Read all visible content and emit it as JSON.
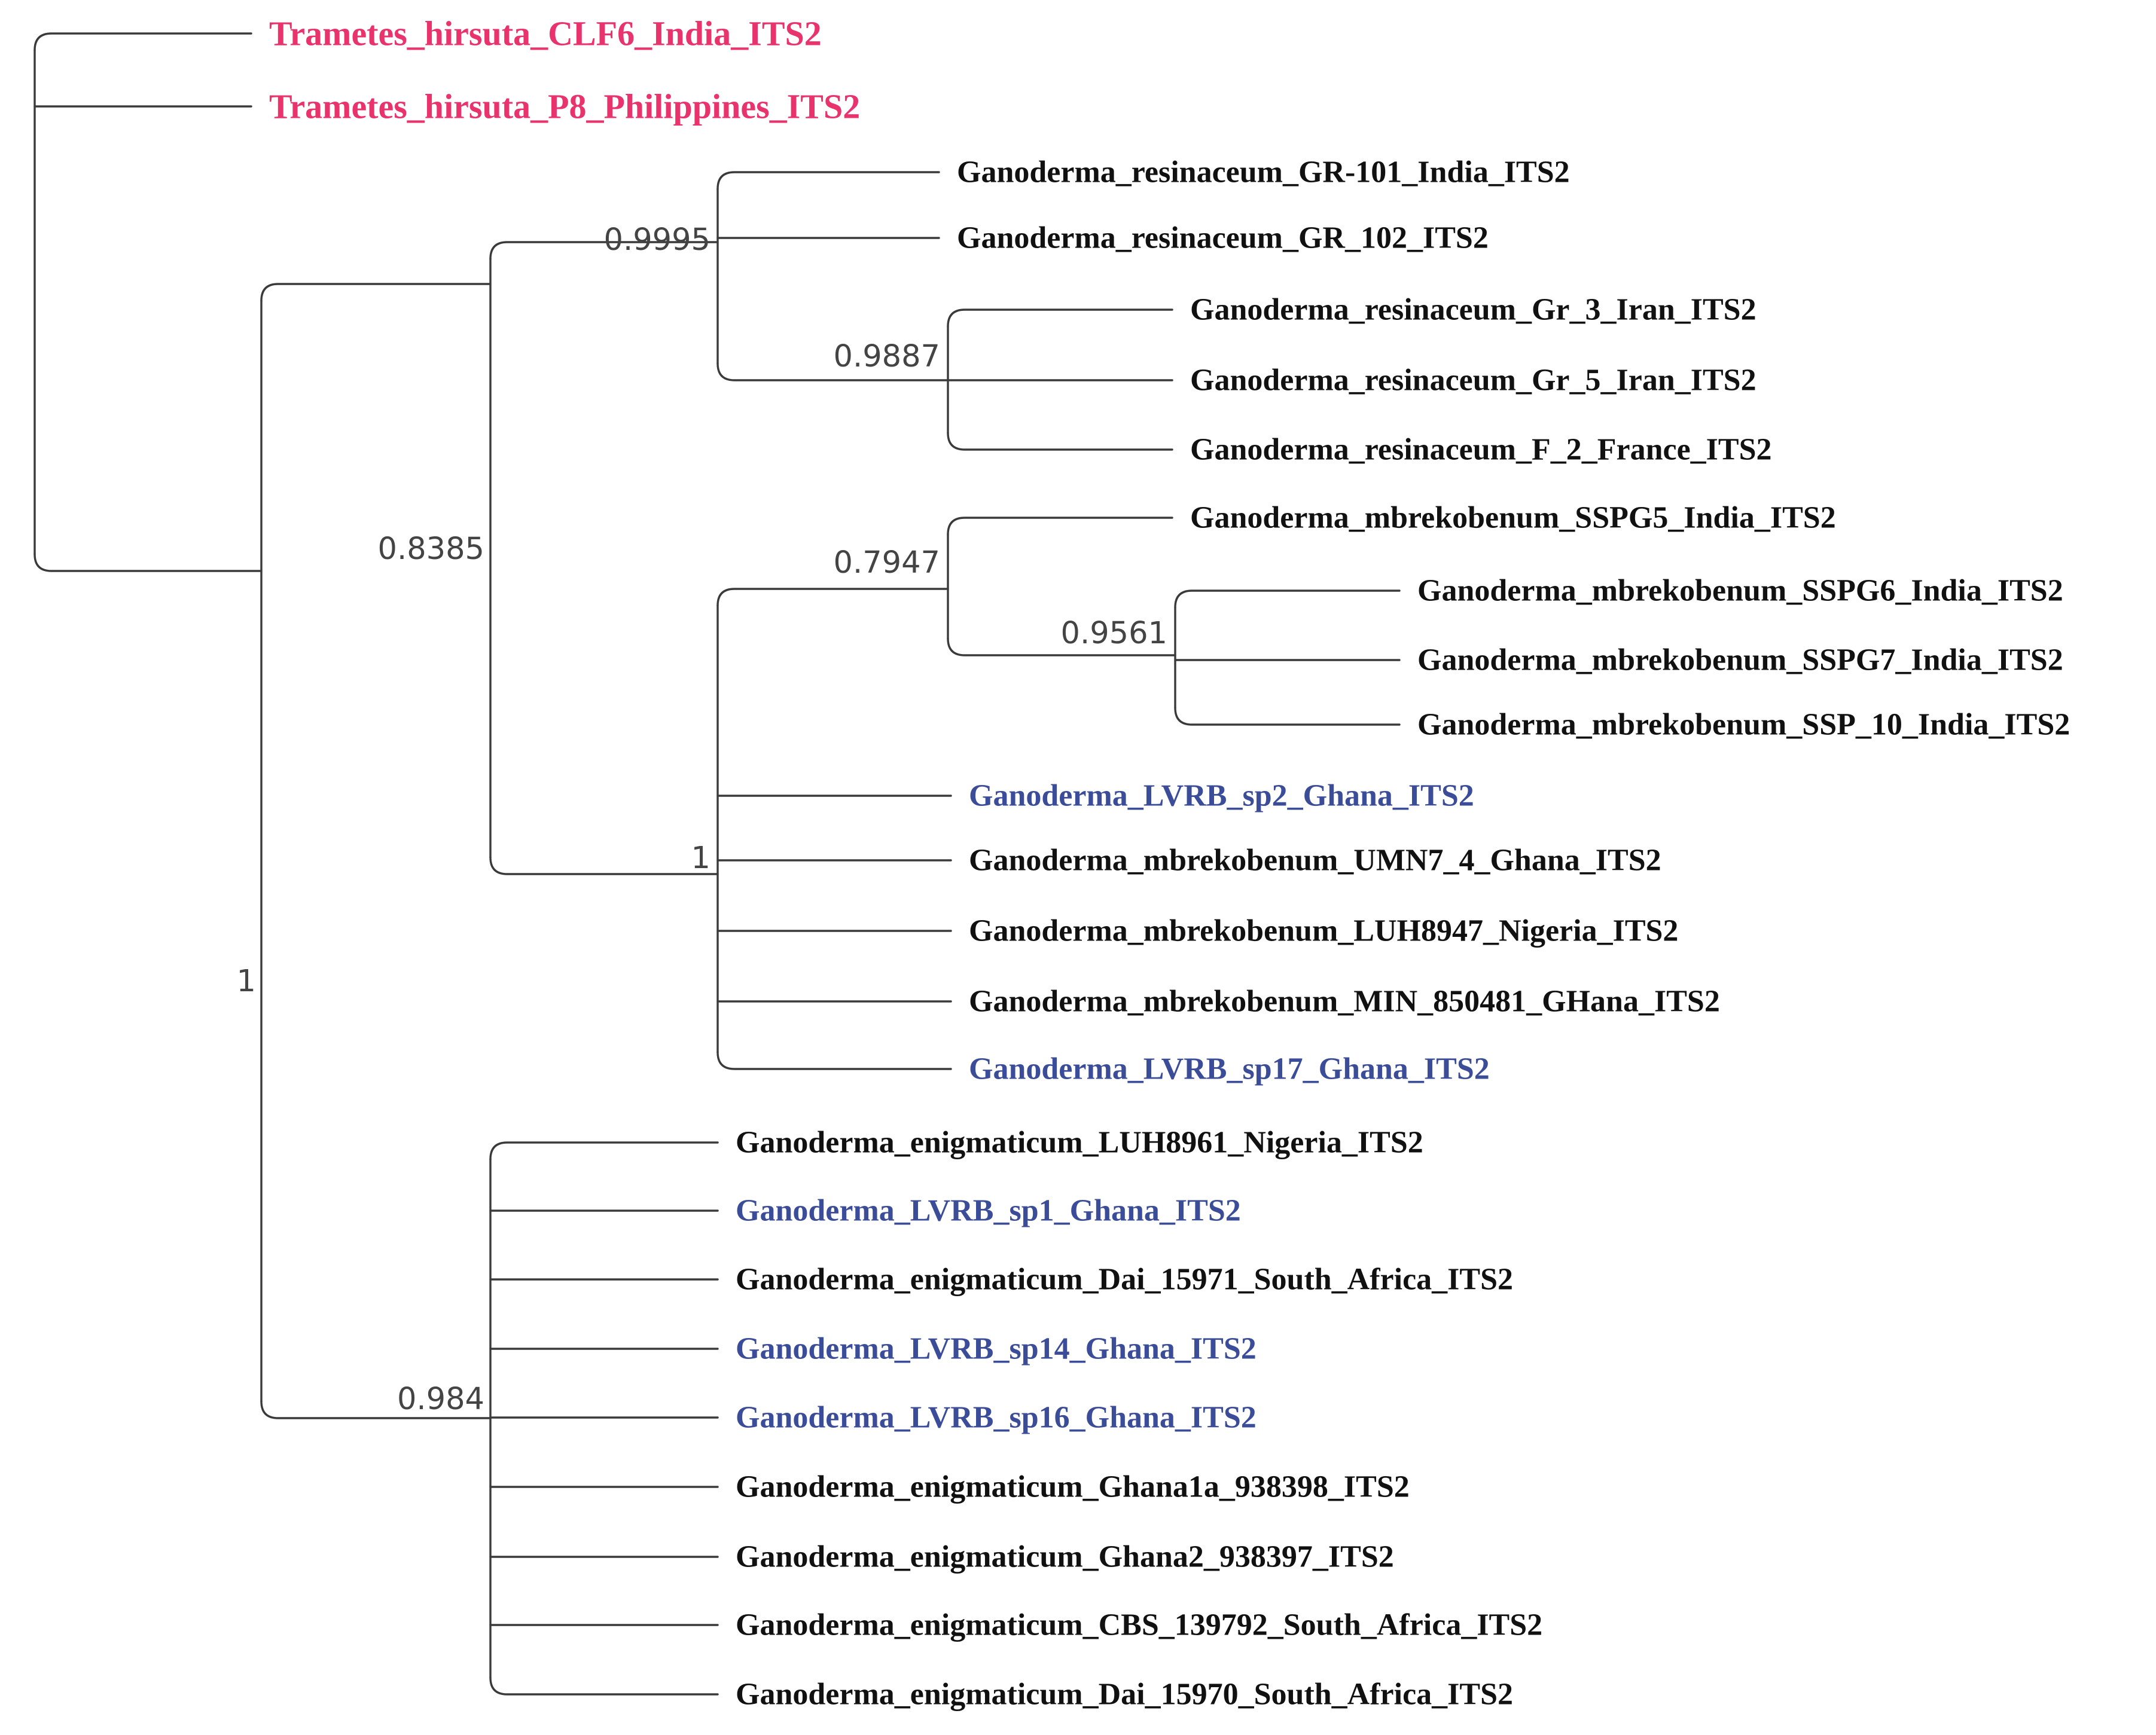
{
  "colors": {
    "outgroup": "#e8336d",
    "reference": "#111111",
    "study_isolate": "#3b4d99",
    "branch": "#3a3a3a",
    "support": "#444444"
  },
  "tips": [
    {
      "id": "t1",
      "label": "Trametes_hirsuta_CLF6_India_ITS2",
      "group": "outgroup"
    },
    {
      "id": "t2",
      "label": "Trametes_hirsuta_P8_Philippines_ITS2",
      "group": "outgroup"
    },
    {
      "id": "t3",
      "label": "Ganoderma_resinaceum_GR-101_India_ITS2",
      "group": "reference"
    },
    {
      "id": "t4",
      "label": "Ganoderma_resinaceum_GR_102_ITS2",
      "group": "reference"
    },
    {
      "id": "t5",
      "label": "Ganoderma_resinaceum_Gr_3_Iran_ITS2",
      "group": "reference"
    },
    {
      "id": "t6",
      "label": "Ganoderma_resinaceum_Gr_5_Iran_ITS2",
      "group": "reference"
    },
    {
      "id": "t7",
      "label": "Ganoderma_resinaceum_F_2_France_ITS2",
      "group": "reference"
    },
    {
      "id": "t8",
      "label": "Ganoderma_mbrekobenum_SSPG5_India_ITS2",
      "group": "reference"
    },
    {
      "id": "t9",
      "label": "Ganoderma_mbrekobenum_SSPG6_India_ITS2",
      "group": "reference"
    },
    {
      "id": "t10",
      "label": "Ganoderma_mbrekobenum_SSPG7_India_ITS2",
      "group": "reference"
    },
    {
      "id": "t11",
      "label": "Ganoderma_mbrekobenum_SSP_10_India_ITS2",
      "group": "reference"
    },
    {
      "id": "t12",
      "label": "Ganoderma_LVRB_sp2_Ghana_ITS2",
      "group": "study_isolate"
    },
    {
      "id": "t13",
      "label": "Ganoderma_mbrekobenum_UMN7_4_Ghana_ITS2",
      "group": "reference"
    },
    {
      "id": "t14",
      "label": "Ganoderma_mbrekobenum_LUH8947_Nigeria_ITS2",
      "group": "reference"
    },
    {
      "id": "t15",
      "label": "Ganoderma_mbrekobenum_MIN_850481_GHana_ITS2",
      "group": "reference"
    },
    {
      "id": "t16",
      "label": "Ganoderma_LVRB_sp17_Ghana_ITS2",
      "group": "study_isolate"
    },
    {
      "id": "t17",
      "label": "Ganoderma_enigmaticum_LUH8961_Nigeria_ITS2",
      "group": "reference"
    },
    {
      "id": "t18",
      "label": "Ganoderma_LVRB_sp1_Ghana_ITS2",
      "group": "study_isolate"
    },
    {
      "id": "t19",
      "label": "Ganoderma_enigmaticum_Dai_15971_South_Africa_ITS2",
      "group": "reference"
    },
    {
      "id": "t20",
      "label": "Ganoderma_LVRB_sp14_Ghana_ITS2",
      "group": "study_isolate"
    },
    {
      "id": "t21",
      "label": "Ganoderma_LVRB_sp16_Ghana_ITS2",
      "group": "study_isolate"
    },
    {
      "id": "t22",
      "label": "Ganoderma_enigmaticum_Ghana1a_938398_ITS2",
      "group": "reference"
    },
    {
      "id": "t23",
      "label": "Ganoderma_enigmaticum_Ghana2_938397_ITS2",
      "group": "reference"
    },
    {
      "id": "t24",
      "label": "Ganoderma_enigmaticum_CBS_139792_South_Africa_ITS2",
      "group": "reference"
    },
    {
      "id": "t25",
      "label": "Ganoderma_enigmaticum_Dai_15970_South_Africa_ITS2",
      "group": "reference"
    }
  ],
  "nodes": [
    {
      "id": "root",
      "support": "",
      "children": [
        "t1",
        "t2",
        "n_ingroup"
      ]
    },
    {
      "id": "n_ingroup",
      "support": "1",
      "children": [
        "n_resmbr",
        "n_enig"
      ]
    },
    {
      "id": "n_resmbr",
      "support": "0.8385",
      "children": [
        "n_res",
        "n_mbr"
      ]
    },
    {
      "id": "n_res",
      "support": "0.9995",
      "children": [
        "t3",
        "t4",
        "n_res2"
      ]
    },
    {
      "id": "n_res2",
      "support": "0.9887",
      "children": [
        "t5",
        "t6",
        "t7"
      ]
    },
    {
      "id": "n_mbr",
      "support": "1",
      "children": [
        "n_mbr_india",
        "t12",
        "t13",
        "t14",
        "t15",
        "t16"
      ]
    },
    {
      "id": "n_mbr_india",
      "support": "0.7947",
      "children": [
        "t8",
        "n_sspg"
      ]
    },
    {
      "id": "n_sspg",
      "support": "0.9561",
      "children": [
        "t9",
        "t10",
        "t11"
      ]
    },
    {
      "id": "n_enig",
      "support": "0.984",
      "children": [
        "t17",
        "t18",
        "t19",
        "t20",
        "t21",
        "t22",
        "t23",
        "t24",
        "t25"
      ]
    }
  ]
}
